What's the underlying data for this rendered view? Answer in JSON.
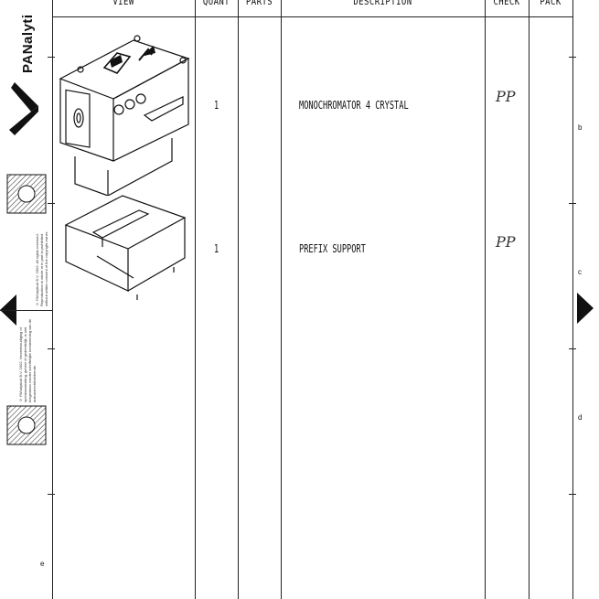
{
  "brand": "PANalyti",
  "headers": {
    "view": "VIEW",
    "quant": "QUANT",
    "parts": "PARTS",
    "description": "DESCRIPTION",
    "check": "CHECK",
    "pack": "PACK"
  },
  "rows": [
    {
      "quant": "1",
      "description": "MONOCHROMATOR 4 CRYSTAL",
      "check": "PP"
    },
    {
      "quant": "1",
      "description": "PREFIX SUPPORT",
      "check": "PP"
    }
  ],
  "zones": {
    "b": "b",
    "c": "c",
    "d": "d",
    "e": "e"
  },
  "copyright_1": "© PANalytical B.V. 2002. All rights reserved. Reproduction in whole or in part is prohibited without written consent of the copyright owner.",
  "copyright_2": "© PANalytical B.V. 2002. Verveelvoudiging of openbaarmaking, geheel of gedeeltelijk, is niet toegestaan zonder schriftelijke toestemming van de auteursrechthebbende."
}
